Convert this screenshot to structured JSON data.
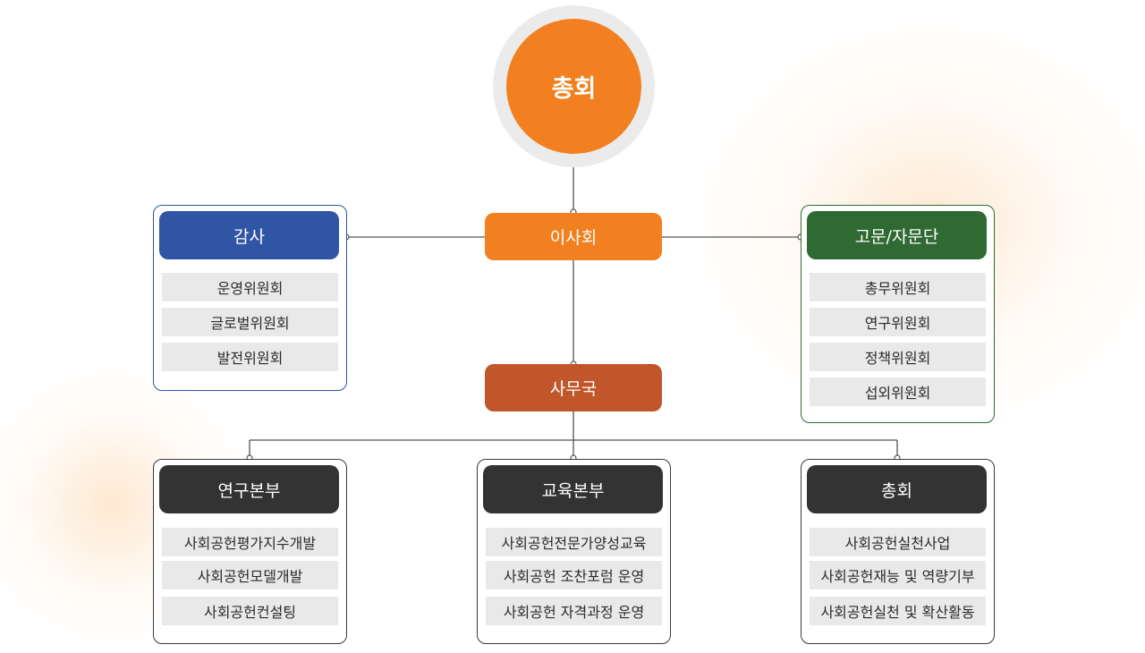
{
  "top": {
    "label": "총회",
    "color": "#f28020"
  },
  "board": {
    "label": "이사회",
    "color": "#f28020"
  },
  "secretariat": {
    "label": "사무국",
    "color": "#c0562a"
  },
  "audit": {
    "title": "감사",
    "color": "#2f55a4",
    "items": [
      "운영위원회",
      "글로벌위원회",
      "발전위원회"
    ]
  },
  "advisory": {
    "title": "고문/자문단",
    "color": "#2f6a32",
    "items": [
      "총무위원회",
      "연구위원회",
      "정책위원회",
      "섭외위원회"
    ]
  },
  "divisions": [
    {
      "title": "연구본부",
      "items": [
        "사회공헌평가지수개발",
        "사회공헌모델개발",
        "사회공헌컨설팅"
      ]
    },
    {
      "title": "교육본부",
      "items": [
        "사회공헌전문가양성교육",
        "사회공헌 조찬포럼 운영",
        "사회공헌 자격과정 운영"
      ]
    },
    {
      "title": "총회",
      "items": [
        "사회공헌실천사업",
        "사회공헌재능 및 역량기부",
        "사회공헌실천 및 확산활동"
      ]
    }
  ],
  "division_color": "#333333"
}
